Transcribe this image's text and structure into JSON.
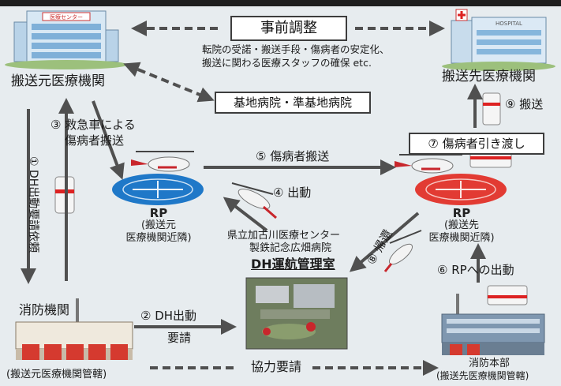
{
  "nodes": {
    "origin_hospital": "搬送元医療機関",
    "dest_hospital": "搬送先医療機関",
    "base_hospital": "基地病院・準基地病院",
    "fire_dept": "消防機関",
    "fire_dept_sub": "(搬送元医療機関管轄)",
    "hq": "消防本部",
    "hq_sub": "(搬送先医療機関管轄)",
    "dh_center_line1": "県立加古川医療センター",
    "dh_center_line2": "製鉄記念広畑病院",
    "dh_office": "DH運航管理室"
  },
  "prior": {
    "title": "事前調整",
    "line1": "転院の受諾・搬送手段・傷病者の安定化、",
    "line2": "搬送に関わる医療スタッフの確保 etc."
  },
  "rp_origin": {
    "title": "RP",
    "line1": "(搬送元",
    "line2": "医療機関近隣)"
  },
  "rp_dest": {
    "title": "RP",
    "line1": "(搬送先",
    "line2": "医療機関近隣)"
  },
  "steps": {
    "s1": "① DH出動要請依頼",
    "s2": "② DH出動",
    "s2b": "要請",
    "s3a": "③ 救急車による",
    "s3b": "傷病者搬送",
    "s4": "④ 出動",
    "s5": "⑤ 傷病者搬送",
    "s6": "⑥ RPへの出動",
    "s7": "⑦ 傷病者引き渡し",
    "s8": "⑧ 帰還",
    "s9": "⑨ 搬送"
  },
  "coop": "協力要請",
  "signs": {
    "origin_sign": "医療センター",
    "dest_sign": "HOSPITAL"
  },
  "colors": {
    "rp_blue": "#1f78c8",
    "rp_red": "#e23b33",
    "arrow": "#505050",
    "heli_red": "#c8262c"
  }
}
